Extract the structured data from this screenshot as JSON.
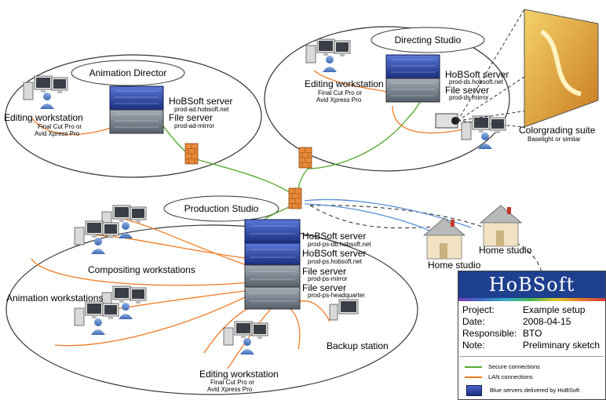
{
  "zones": {
    "animation_director": "Animation Director",
    "directing_studio": "Directing Studio",
    "production_studio": "Production Studio"
  },
  "ad": {
    "editing_title": "Editing workstation",
    "editing_sub1": "Final Cut Pro or",
    "editing_sub2": "Avid Xpress Pro",
    "hobsoft_title": "HoBSoft server",
    "hobsoft_host": "prod-ad.hobsoft.net",
    "file_title": "File server",
    "file_host": "prod-ad-mirror"
  },
  "ds": {
    "editing_title": "Editing workstation",
    "editing_sub1": "Final Cut Pro or",
    "editing_sub2": "Avid Xpress Pro",
    "hobsoft_title": "HoBSoft server",
    "hobsoft_host": "prod-ds.hobsoft.net",
    "file_title": "File server",
    "file_host": "prod-ds-mirror",
    "color_title": "Colorgrading suite",
    "color_sub": "Baselight or similar"
  },
  "ps": {
    "srv1_title": "HoBSoft server",
    "srv1_host": "prod-ps-db.hobsoft.net",
    "srv2_title": "HoBSoft server",
    "srv2_host": "prod-ps.hobsoft.net",
    "srv3_title": "File server",
    "srv3_host": "prod-ps-mirror",
    "srv4_title": "File server",
    "srv4_host": "prod-ps-headquarter",
    "compositing": "Compositing workstations",
    "animation": "Animation workstations",
    "backup": "Backup station",
    "editing_title": "Editing workstation",
    "editing_sub1": "Final Cut Pro or",
    "editing_sub2": "Avid Xpress Pro"
  },
  "home": {
    "studio1": "Home studio",
    "studio2": "Home studio"
  },
  "info": {
    "brand": "HoBSoft",
    "rows": [
      {
        "key": "Project:",
        "value": "Example setup"
      },
      {
        "key": "Date:",
        "value": "2008-04-15"
      },
      {
        "key": "Responsible:",
        "value": "BTO"
      },
      {
        "key": "Note:",
        "value": "Preliminary sketch"
      }
    ],
    "legend": {
      "secure": "Secure connections",
      "lan": "LAN connections",
      "blue": "Blue servers delivered by HoBSoft"
    }
  },
  "colors": {
    "secure": "#5aa832",
    "lan": "#f07a22",
    "internet": "#5b8fd6",
    "server_blue": "#27408f",
    "server_gray": "#6f7b86",
    "firewall": "#e98a3a"
  }
}
